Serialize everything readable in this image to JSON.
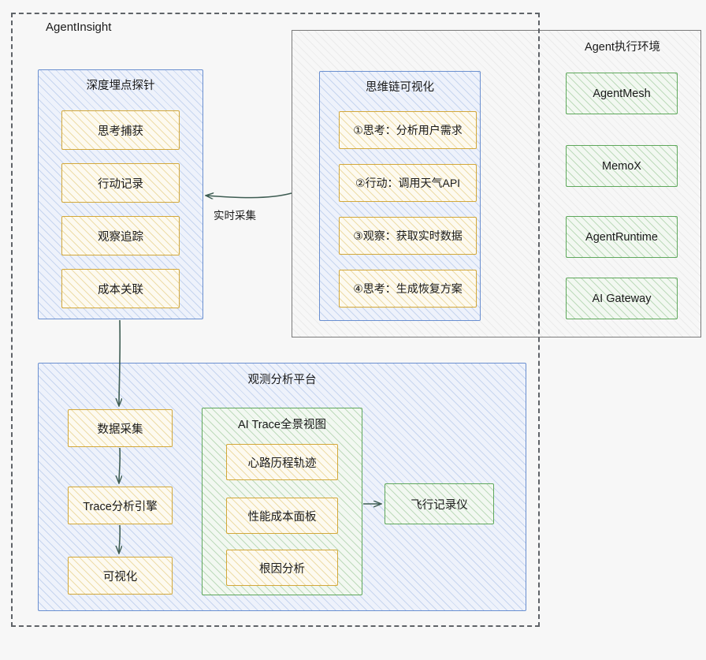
{
  "diagram": {
    "outer_group": {
      "title": "AgentInsight"
    },
    "agent_env_group": {
      "title": "Agent执行环境"
    },
    "probe_box": {
      "title": "深度埋点探针",
      "items": [
        "思考捕获",
        "行动记录",
        "观察追踪",
        "成本关联"
      ]
    },
    "cot_box": {
      "title": "思维链可视化",
      "items": [
        "①思考：分析用户需求",
        "②行动：调用天气API",
        "③观察：获取实时数据",
        "④思考：生成恢复方案"
      ]
    },
    "runtime_components": [
      "AgentMesh",
      "MemoX",
      "AgentRuntime",
      "AI Gateway"
    ],
    "platform_box": {
      "title": "观测分析平台",
      "pipeline": [
        "数据采集",
        "Trace分析引擎",
        "可视化"
      ],
      "trace_group": {
        "title": "AI Trace全景视图",
        "items": [
          "心路历程轨迹",
          "性能成本面板",
          "根因分析"
        ]
      },
      "recorder": "飞行记录仪"
    },
    "edges": [
      {
        "label": "实时采集"
      }
    ],
    "colors": {
      "blue_stroke": "#6a8fd0",
      "yellow_stroke": "#d3a83a",
      "green_stroke": "#5fa85c",
      "grey_stroke": "#7a7a7a",
      "dash_stroke": "#5f6368",
      "arrow_stroke": "#3d5c52",
      "background": "#f7f7f7"
    }
  }
}
